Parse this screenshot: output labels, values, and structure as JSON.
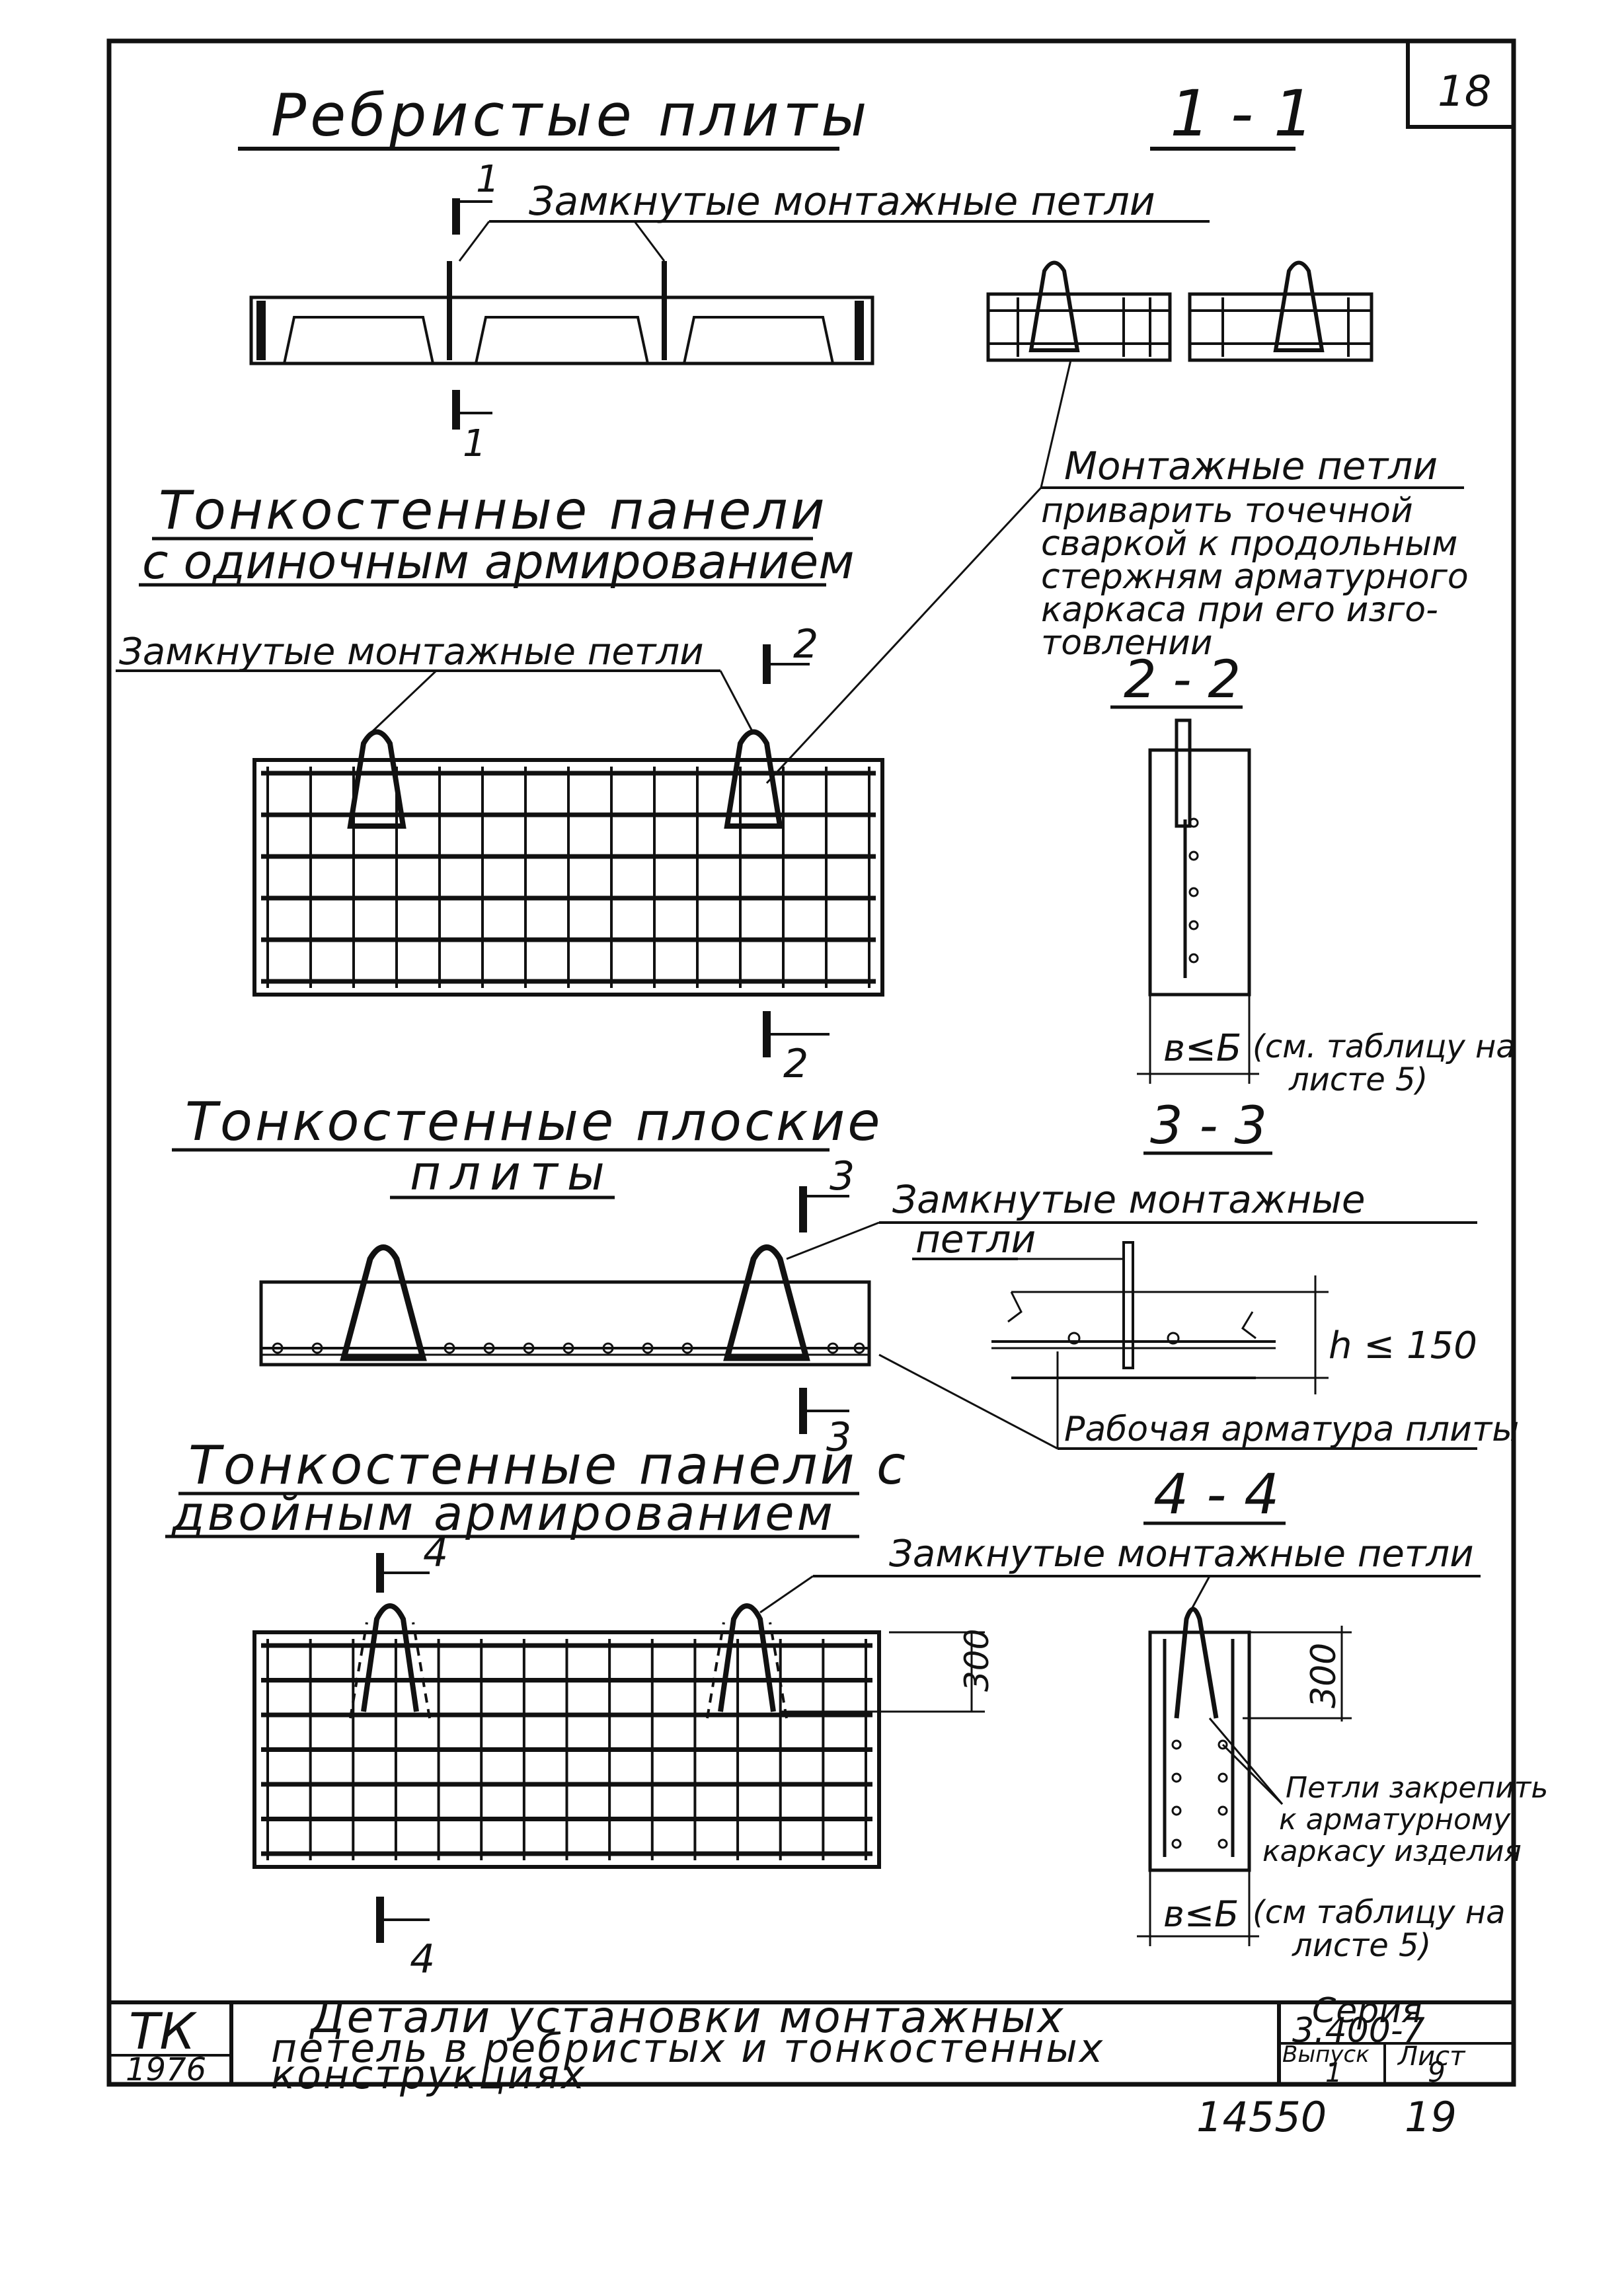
{
  "sheet": {
    "sheet_number_corner": "18",
    "headings": {
      "ribbed": "Ребристые плиты",
      "thin_single": [
        "Тонкостенные панели",
        "с одиночным армированием"
      ],
      "thin_flat": [
        "Тонкостенные плоские",
        "плиты"
      ],
      "thin_double": [
        "Тонкостенные панели с",
        "двойным армированием"
      ]
    },
    "sections": {
      "s11": "1 - 1",
      "s22": "2 - 2",
      "s33": "3 - 3",
      "s44": "4 - 4"
    },
    "cut_marks": {
      "m1": "1",
      "m2": "2",
      "m3": "3",
      "m4": "4"
    },
    "labels": {
      "closed_loops": "Замкнутые монтажные петли",
      "closed_loops_2_lines": [
        "Замкнутые монтажные",
        "петли"
      ],
      "weld_note": [
        "Монтажные петли",
        "приварить точечной",
        "сваркой к продольным",
        "стержням арматурного",
        "каркаса при его изго-",
        "товлении"
      ],
      "width_22": "в≤Б",
      "width_44": "в≤Б",
      "table_ref_22": [
        "(см. таблицу на",
        "листе 5)"
      ],
      "table_ref_44": [
        "(см таблицу на",
        "листе 5)"
      ],
      "height_33": "h ≤ 150",
      "working_rebar": "Рабочая арматура плиты",
      "dim_300_left": "300",
      "dim_300_right": "300",
      "fix_loops": [
        "Петли закрепить",
        "к арматурному",
        "каркасу изделия"
      ]
    },
    "title_block": {
      "org": "ТК",
      "year": "1976",
      "title_lines": [
        "Детали установки монтажных",
        "петель в ребристых и тонкостенных",
        "конструкциях"
      ],
      "series_label": "Серия",
      "series_value": "3.400-7",
      "issue_label": "Выпуск",
      "issue_value": "1",
      "sheet_label": "Лист",
      "sheet_value": "9"
    },
    "footer": {
      "archive_number": "14550",
      "page": "19"
    }
  }
}
